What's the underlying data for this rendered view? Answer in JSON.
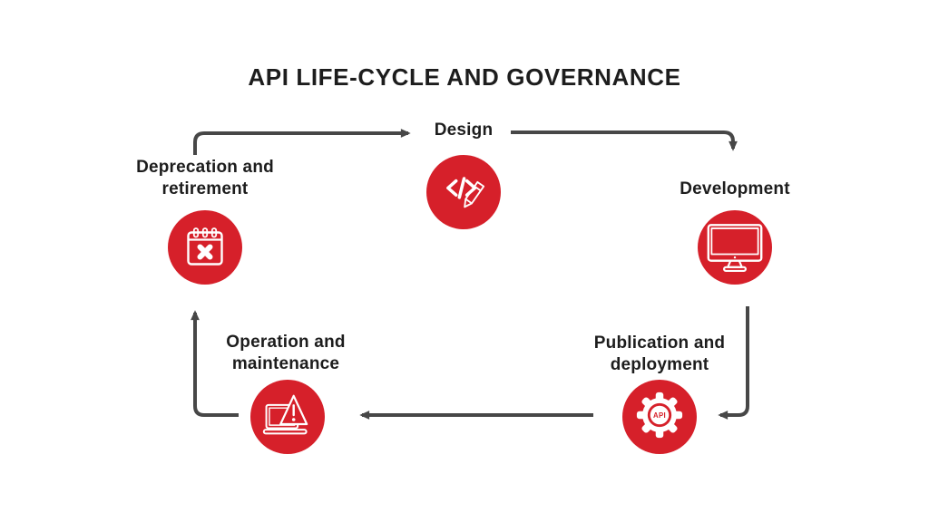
{
  "title": "API LIFE-CYCLE AND GOVERNANCE",
  "colors": {
    "node_red": "#d6202a",
    "arrow_gray": "#474747",
    "text_black": "#1d1d1d",
    "icon_white": "#ffffff",
    "background": "#ffffff"
  },
  "nodes": {
    "design": {
      "label": "Design",
      "icon": "code-pencil-icon"
    },
    "development": {
      "label": "Development",
      "icon": "monitor-icon"
    },
    "publication": {
      "label_line1": "Publication and",
      "label_line2": "deployment",
      "icon": "api-gear-icon",
      "icon_text": "API"
    },
    "operation": {
      "label_line1": "Operation and",
      "label_line2": "maintenance",
      "icon": "laptop-warning-icon"
    },
    "deprecation": {
      "label_line1": "Deprecation and",
      "label_line2": "retirement",
      "icon": "calendar-cross-icon"
    }
  },
  "flow": [
    {
      "from": "Design",
      "to": "Development"
    },
    {
      "from": "Development",
      "to": "Publication and deployment"
    },
    {
      "from": "Publication and deployment",
      "to": "Operation and maintenance"
    },
    {
      "from": "Operation and maintenance",
      "to": "Deprecation and retirement"
    },
    {
      "from": "Deprecation and retirement",
      "to": "Design"
    }
  ]
}
